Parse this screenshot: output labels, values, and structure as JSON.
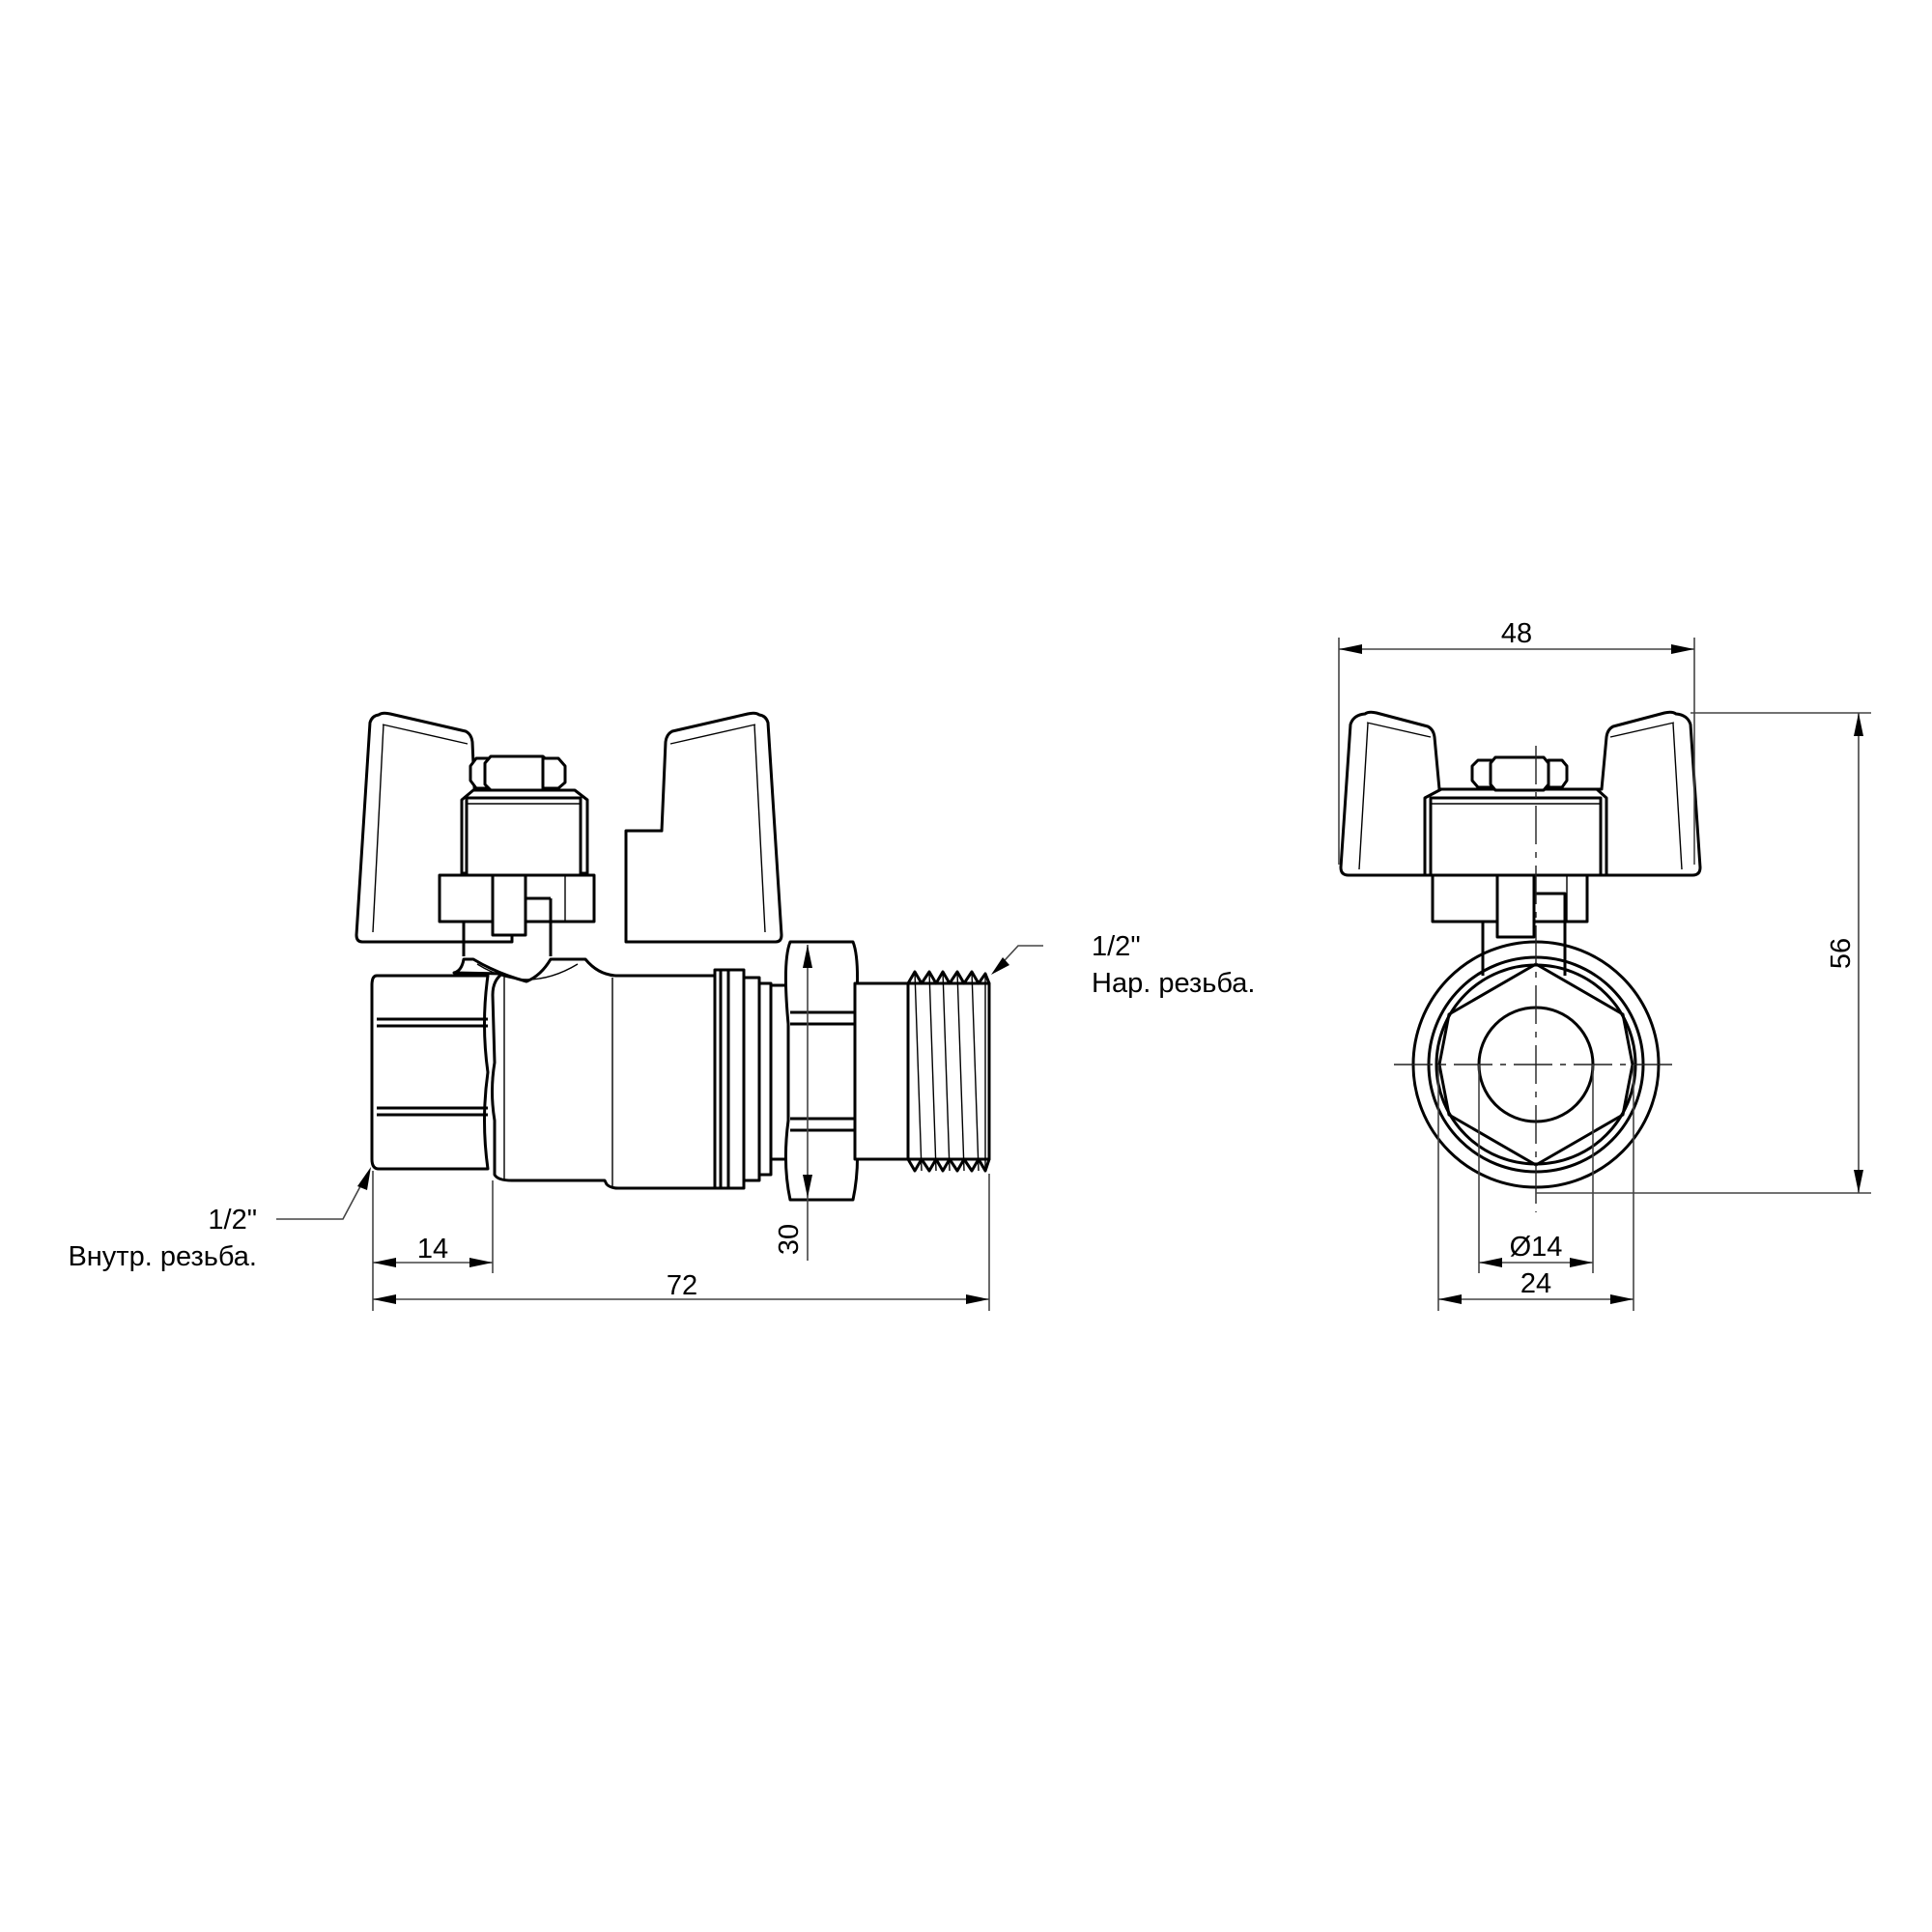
{
  "drawing": {
    "title": "Ball valve with union and butterfly handle — technical drawing",
    "side_view": {
      "callout_internal_thread": {
        "size": "1/2\"",
        "text": "Внутр. резьба."
      },
      "callout_external_thread": {
        "size": "1/2\"",
        "text": "Нар. резьба."
      },
      "dim_internal_thread_length": "14",
      "dim_overall_length": "72",
      "dim_union_nut": "30"
    },
    "end_view": {
      "dim_handle_width": "48",
      "dim_overall_height": "56",
      "dim_bore": "Ø14",
      "dim_body_width": "24"
    },
    "colors": {
      "line": "#000000",
      "dimension": "#444444",
      "background": "#ffffff"
    }
  }
}
